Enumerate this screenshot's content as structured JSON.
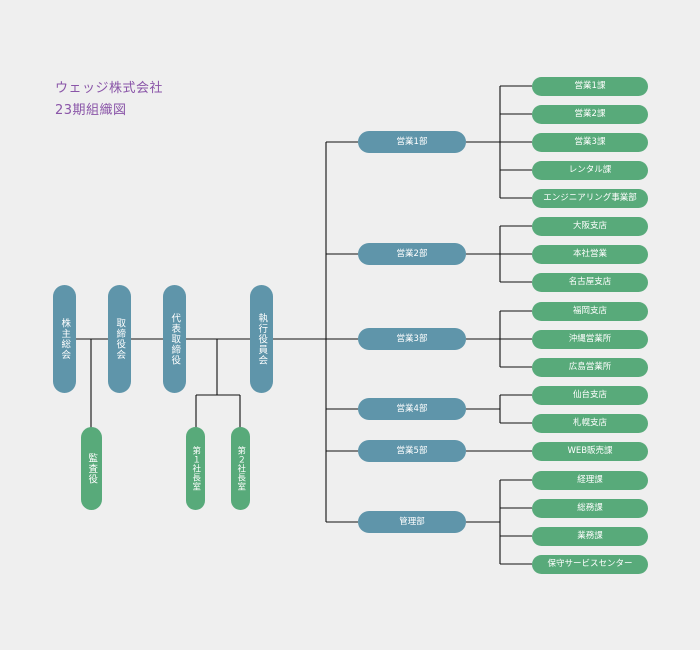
{
  "title": {
    "company": "ウェッジ株式会社",
    "subtitle": "23期組織図"
  },
  "executives": {
    "shareholders": "株主総会",
    "directors": "取締役会",
    "ceo": "代表取締役",
    "officers": "執行役員会",
    "auditor": "監査役",
    "president_office_1": "第１社長室",
    "president_office_2": "第２社長室"
  },
  "divisions": {
    "sales1": {
      "name": "営業1部",
      "units": [
        "営業1課",
        "営業2課",
        "営業3課",
        "レンタル課",
        "エンジニアリング事業部"
      ]
    },
    "sales2": {
      "name": "営業2部",
      "units": [
        "大阪支店",
        "本社営業",
        "名古屋支店"
      ]
    },
    "sales3": {
      "name": "営業3部",
      "units": [
        "福岡支店",
        "沖縄営業所",
        "広島営業所"
      ]
    },
    "sales4": {
      "name": "営業4部",
      "units": [
        "仙台支店",
        "札幌支店"
      ]
    },
    "sales5": {
      "name": "営業5部",
      "units": [
        "WEB販売課"
      ]
    },
    "admin": {
      "name": "管理部",
      "units": [
        "経理課",
        "総務課",
        "業務課",
        "保守サービスセンター"
      ]
    }
  }
}
